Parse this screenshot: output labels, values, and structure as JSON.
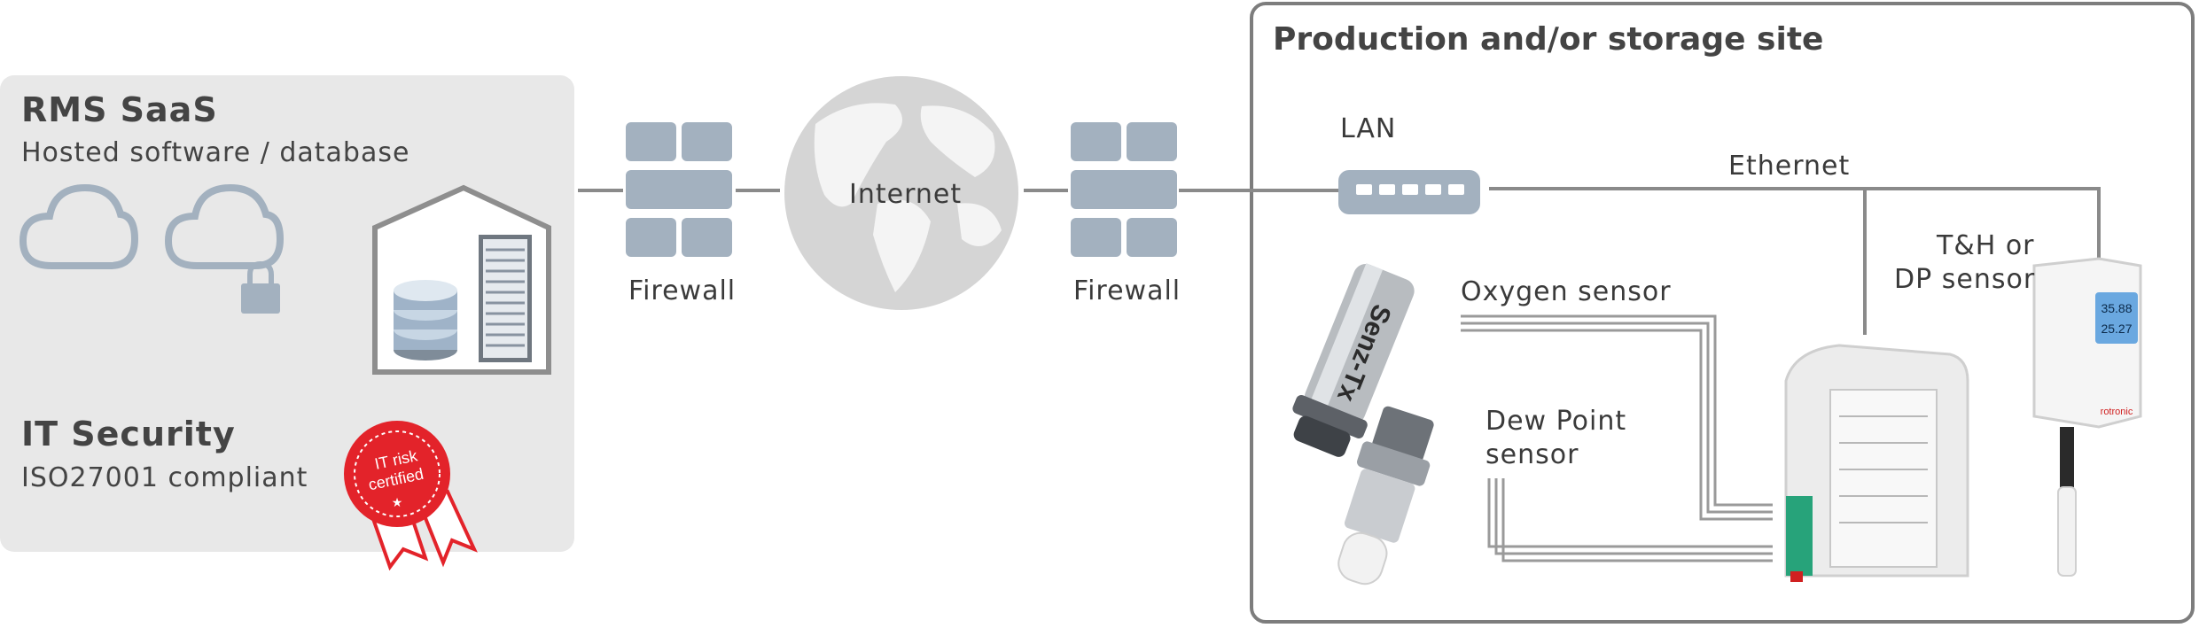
{
  "saas": {
    "title": "RMS SaaS",
    "subtitle": "Hosted software / database",
    "security_title": "IT Security",
    "security_subtitle": "ISO27001 compliant",
    "badge_line1": "IT risk",
    "badge_line2": "certified"
  },
  "network": {
    "firewall_left": "Firewall",
    "internet": "Internet",
    "firewall_right": "Firewall"
  },
  "site": {
    "title": "Production and/or storage site",
    "lan": "LAN",
    "ethernet": "Ethernet",
    "oxygen_sensor": "Oxygen sensor",
    "dew_point_line1": "Dew Point",
    "dew_point_line2": "sensor",
    "th_line1": "T&H or",
    "th_line2": "DP sensor",
    "oxygen_brand": "Senz-Tx",
    "display_value1": "35.88",
    "display_value2": "25.27",
    "device_brand": "rotronic"
  },
  "colors": {
    "panel_gray": "#e8e8e8",
    "icon_blue_gray": "#a3b1bf",
    "line_gray": "#8a8a8a",
    "badge_red": "#e3232a"
  }
}
